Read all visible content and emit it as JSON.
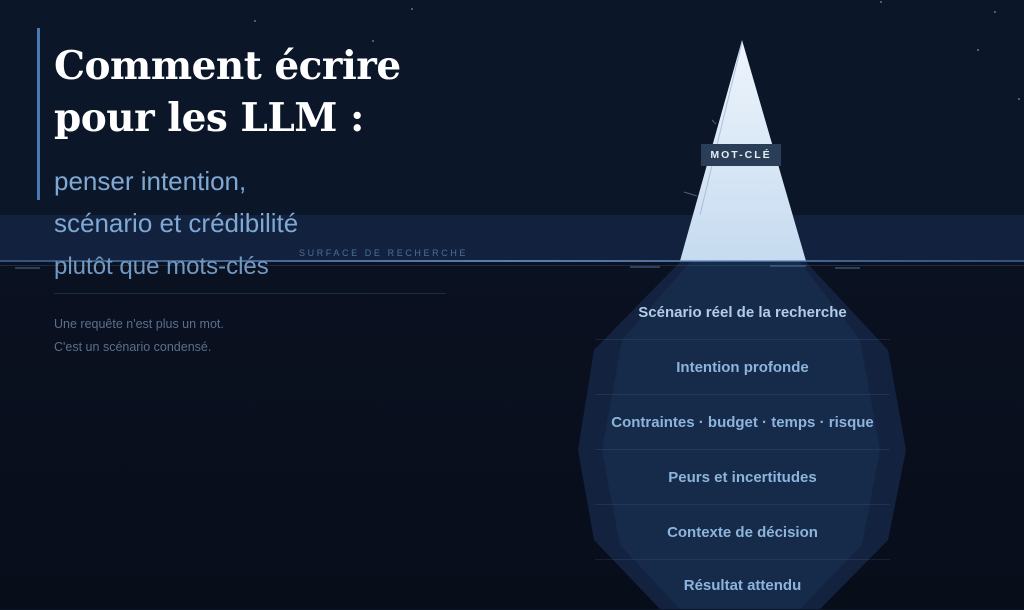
{
  "title": {
    "line1": "Comment écrire",
    "line2": "pour les LLM :"
  },
  "subtitle": {
    "line1": "penser intention,",
    "line2": "scénario et crédibilité",
    "line3": "plutôt que mots-clés"
  },
  "intro": {
    "line1": "Une requête n'est plus un mot.",
    "line2": "C'est un scénario condensé."
  },
  "surface_label": "SURFACE DE RECHERCHE",
  "iceberg": {
    "tip_label": "MOT-CLÉ",
    "layers": [
      "Scénario réel de la recherche",
      "Intention profonde",
      "Contraintes · budget · temps · risque",
      "Peurs et incertitudes",
      "Contexte de décision",
      "Résultat attendu"
    ]
  },
  "colors": {
    "background": "#0c1629",
    "deep_water": "#080d1a",
    "surface_band": "#12213d",
    "accent": "#4a7bb0",
    "title": "#ffffff",
    "subtitle": "#7fa8d2",
    "iceberg_tip": "#d4e4f4",
    "iceberg_body": "#172a48",
    "layer_text": "#8db4dc"
  }
}
